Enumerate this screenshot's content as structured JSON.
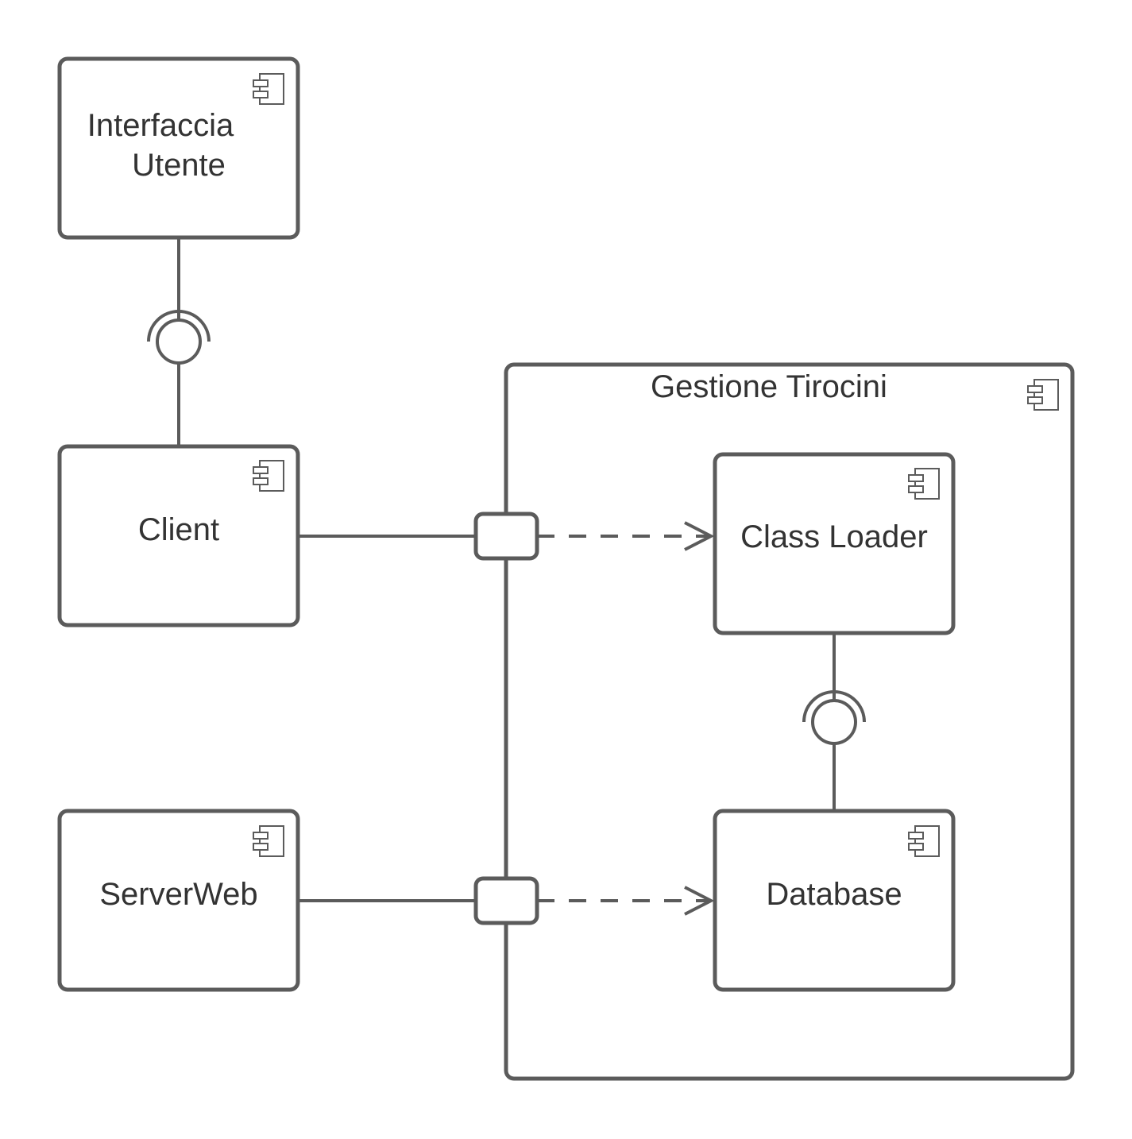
{
  "diagram": {
    "components": {
      "interfaccia_utente": {
        "line1": "Interfaccia",
        "line2": "Utente"
      },
      "client": {
        "label": "Client"
      },
      "serverweb": {
        "label": "ServerWeb"
      },
      "gestione_tirocini": {
        "label": "Gestione Tirocini"
      },
      "class_loader": {
        "label": "Class Loader"
      },
      "database": {
        "label": "Database"
      }
    },
    "colors": {
      "stroke": "#5b5b5b",
      "text": "#333333",
      "background": "#ffffff"
    }
  }
}
